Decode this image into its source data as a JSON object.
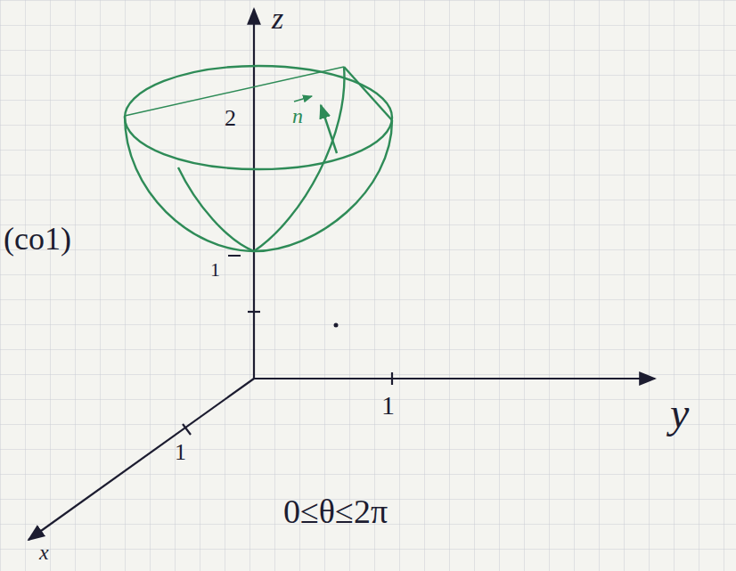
{
  "diagram": {
    "labels": [
      "z",
      "2",
      "n",
      "1",
      "(co1)",
      "y",
      "1",
      "1",
      "x",
      "0≤θ≤2π"
    ]
  }
}
